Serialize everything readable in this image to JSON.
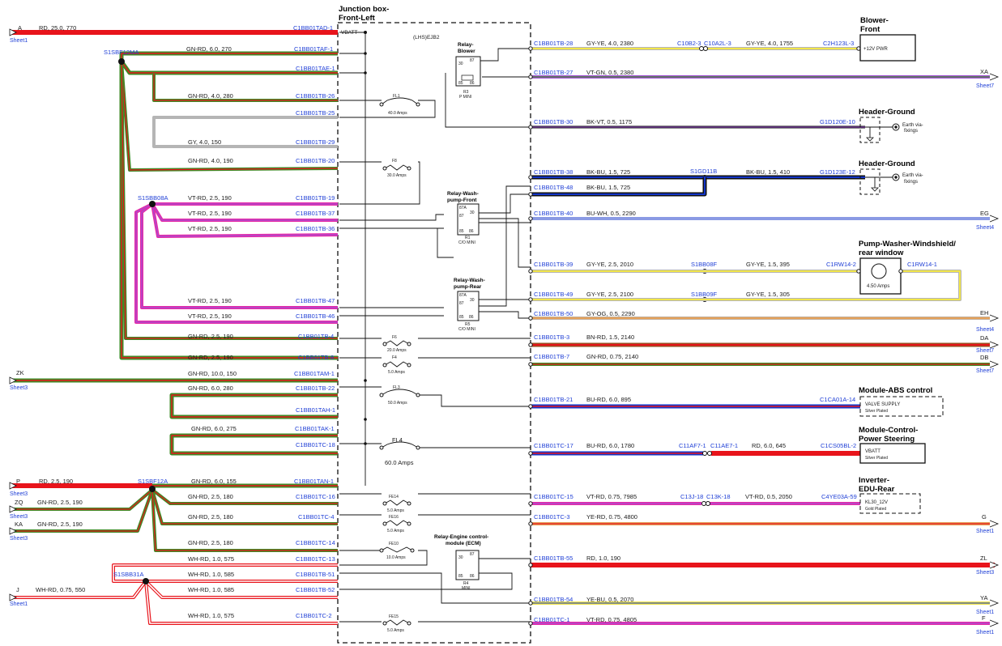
{
  "junction_box": {
    "title_line1": "Junction box-",
    "title_line2": "Front-Left",
    "ejb": "(LHS)EJB2",
    "vbatt": "VBATT"
  },
  "relays": [
    {
      "id": "blower",
      "name_line1": "Relay-",
      "name_line2": "Blower",
      "code": "R3",
      "type": "P MINI"
    },
    {
      "id": "wash_front",
      "name_line1": "Relay-Wash-",
      "name_line2": "pump-Front",
      "code": "R1",
      "type": "C/O MINI"
    },
    {
      "id": "wash_rear",
      "name_line1": "Relay-Wash-",
      "name_line2": "pump-Rear",
      "code": "R5",
      "type": "C/O MINI"
    },
    {
      "id": "ecm",
      "name_line1": "Relay-Engine control-",
      "name_line2": "module (ECM)",
      "code": "R4",
      "type": "MINI"
    }
  ],
  "relay_pins": [
    "30",
    "87",
    "87A",
    "85",
    "86"
  ],
  "fuses": [
    {
      "id": "FL1",
      "rating": "40.0 Amps"
    },
    {
      "id": "F8",
      "rating": "30.0 Amps"
    },
    {
      "id": "F6",
      "rating": "20.0 Amps"
    },
    {
      "id": "F4",
      "rating": "5.0 Amps"
    },
    {
      "id": "FL3",
      "rating": "50.0 Amps"
    },
    {
      "id": "FL4",
      "rating": "60.0 Amps"
    },
    {
      "id": "FE14",
      "rating": "5.0 Amps"
    },
    {
      "id": "FE16",
      "rating": "5.0 Amps"
    },
    {
      "id": "FE10",
      "rating": "10.0 Amps"
    },
    {
      "id": "FE15",
      "rating": "5.0 Amps"
    }
  ],
  "splices": [
    "S1SBF12MA",
    "S1SBB08A",
    "S1SBF12A",
    "S1SBB31A",
    "S1GD11B",
    "S1BB08F",
    "S1BB09F"
  ],
  "left_wires": [
    {
      "label": "RD, 25.0, 770",
      "pin": "C1BB01TAD-1"
    },
    {
      "label": "GN-RD, 6.0, 270",
      "pin": "C1BB01TAF-1"
    },
    {
      "label": "",
      "pin": "C1BB01TAE-1"
    },
    {
      "label": "GN-RD, 4.0, 280",
      "pin": "C1BB01TB-26"
    },
    {
      "label": "",
      "pin": "C1BB01TB-25"
    },
    {
      "label": "GY, 4.0, 150",
      "pin": "C1BB01TB-29"
    },
    {
      "label": "GN-RD, 4.0, 190",
      "pin": "C1BB01TB-20"
    },
    {
      "label": "VT-RD, 2.5, 190",
      "pin": "C1BB01TB-19"
    },
    {
      "label": "VT-RD, 2.5, 190",
      "pin": "C1BB01TB-37"
    },
    {
      "label": "VT-RD, 2.5, 190",
      "pin": "C1BB01TB-36"
    },
    {
      "label": "VT-RD, 2.5, 190",
      "pin": "C1BB01TB-47"
    },
    {
      "label": "VT-RD, 2.5, 190",
      "pin": "C1BB01TB-46"
    },
    {
      "label": "GN-RD, 2.5, 190",
      "pin": "C1BB01TB-4"
    },
    {
      "label": "GN-RD, 2.5, 190",
      "pin": "C1BB01TB-8"
    },
    {
      "label": "GN-RD, 10.0, 150",
      "pin": "C1BB01TAM-1"
    },
    {
      "label": "GN-RD, 6.0, 280",
      "pin": "C1BB01TB-22"
    },
    {
      "label": "",
      "pin": "C1BB01TAH-1"
    },
    {
      "label": "GN-RD, 6.0, 275",
      "pin": "C1BB01TAK-1"
    },
    {
      "label": "",
      "pin": "C1BB01TC-18"
    },
    {
      "label": "GN-RD, 6.0, 155",
      "pin": "C1BB01TAN-1"
    },
    {
      "label": "GN-RD, 2.5, 180",
      "pin": "C1BB01TC-16"
    },
    {
      "label": "GN-RD, 2.5, 180",
      "pin": "C1BB01TC-4"
    },
    {
      "label": "GN-RD, 2.5, 180",
      "pin": "C1BB01TC-14"
    },
    {
      "label": "WH-RD, 1.0, 575",
      "pin": "C1BB01TC-13"
    },
    {
      "label": "WH-RD, 1.0, 585",
      "pin": "C1BB01TB-51"
    },
    {
      "label": "WH-RD, 1.0, 585",
      "pin": "C1BB01TB-52"
    },
    {
      "label": "WH-RD, 1.0, 575",
      "pin": "C1BB01TC-2"
    }
  ],
  "left_offpage": [
    {
      "letter": "A",
      "sheet": "Sheet1"
    },
    {
      "letter": "ZK",
      "sheet": "Sheet3"
    },
    {
      "letter": "P",
      "sheet": "Sheet3",
      "label": "RD, 2.5, 190"
    },
    {
      "letter": "ZQ",
      "sheet": "Sheet3",
      "label": "GN-RD, 2.5, 190"
    },
    {
      "letter": "KA",
      "sheet": "Sheet3",
      "label": "GN-RD, 2.5, 190"
    },
    {
      "letter": "J",
      "sheet": "Sheet1",
      "label": "WH-RD, 0.75, 550"
    }
  ],
  "right_wires": [
    {
      "pin": "C1BB01TB-28",
      "label": "GY-YE, 4.0, 2380",
      "c1": "C10B2-3",
      "c2": "C10A2L-3",
      "label2": "GY-YE, 4.0, 1755",
      "end": "C2H123L-3"
    },
    {
      "pin": "C1BB01TB-27",
      "label": "VT-GN, 0.5, 2380",
      "letter": "XA",
      "sheet": "Sheet7"
    },
    {
      "pin": "C1BB01TB-30",
      "label": "BK-VT, 0.5, 1175",
      "end": "G1D120E-10"
    },
    {
      "pin": "C1BB01TB-38",
      "label": "BK-BU, 1.5, 725",
      "splice": "S1GD11B",
      "label2": "BK-BU, 1.5, 410",
      "end": "G1D123E-12"
    },
    {
      "pin": "C1BB01TB-48",
      "label": "BK-BU, 1.5, 725"
    },
    {
      "pin": "C1BB01TB-40",
      "label": "BU-WH, 0.5, 2290",
      "letter": "EG",
      "sheet": "Sheet4"
    },
    {
      "pin": "C1BB01TB-39",
      "label": "GY-YE, 2.5, 2010",
      "splice": "S1BB08F",
      "label2": "GY-YE, 1.5, 395",
      "end": "C1RW14-2",
      "end2": "C1RW14-1"
    },
    {
      "pin": "C1BB01TB-49",
      "label": "GY-YE, 2.5, 2100",
      "splice": "S1BB09F",
      "label2": "GY-YE, 1.5, 305"
    },
    {
      "pin": "C1BB01TB-50",
      "label": "GY-OG, 0.5, 2290",
      "letter": "EH",
      "sheet": "Sheet4"
    },
    {
      "pin": "C1BB01TB-3",
      "label": "BN-RD, 1.5, 2140",
      "letter": "DA",
      "sheet": "Sheet7"
    },
    {
      "pin": "C1BB01TB-7",
      "label": "GN-RD, 0.75, 2140",
      "letter": "DB",
      "sheet": "Sheet7"
    },
    {
      "pin": "C1BB01TB-21",
      "label": "BU-RD, 6.0, 895",
      "end": "C1CA01A-14"
    },
    {
      "pin": "C1BB01TC-17",
      "label": "BU-RD, 6.0, 1780",
      "c1": "C11AF7-1",
      "c2": "C11AE7-1",
      "label2": "RD, 6.0, 645",
      "end": "C1CS05BL-2"
    },
    {
      "pin": "C1BB01TC-15",
      "label": "VT-RD, 0.75, 7985",
      "c1": "C13J-18",
      "c2": "C13K-18",
      "label2": "VT-RD, 0.5, 2050",
      "end": "C4YE03A-59"
    },
    {
      "pin": "C1BB01TC-3",
      "label": "YE-RD, 0.75, 4800",
      "letter": "G",
      "sheet": "Sheet1"
    },
    {
      "pin": "C1BB01TB-55",
      "label": "RD, 1.0, 190",
      "letter": "ZL",
      "sheet": "Sheet3"
    },
    {
      "pin": "C1BB01TB-54",
      "label": "YE-BU, 0.5, 2070",
      "letter": "YA",
      "sheet": "Sheet1"
    },
    {
      "pin": "C1BB01TC-1",
      "label": "VT-RD, 0.75, 4805",
      "letter": "F",
      "sheet": "Sheet1"
    }
  ],
  "components": {
    "blower": {
      "title_line1": "Blower-",
      "title_line2": "Front",
      "text": "+12V PWR"
    },
    "header_ground1": {
      "title": "Header-Ground",
      "earth_line1": "Earth via-",
      "earth_line2": "fixings"
    },
    "header_ground2": {
      "title": "Header-Ground",
      "earth_line1": "Earth via-",
      "earth_line2": "fixings"
    },
    "pump": {
      "title_line1": "Pump-Washer-Windshield/",
      "title_line2": "rear window",
      "rating": "4.50 Amps"
    },
    "abs": {
      "title": "Module-ABS control",
      "text1": "VALVE SUPPLY",
      "text2": "Silver Plated"
    },
    "steering": {
      "title_line1": "Module-Control-",
      "title_line2": "Power Steering",
      "text1": "VBATT",
      "text2": "Silver Plated"
    },
    "inverter": {
      "title_line1": "Inverter-",
      "title_line2": "EDU-Rear",
      "text1": "KL30_12V",
      "text2": "Gold Plated"
    }
  },
  "colors": {
    "RD": "#e8141b",
    "GN": "#3f8a26",
    "GY": "#b5b5b5",
    "YE": "#f2e64a",
    "VT": "#a24fd6",
    "BK": "#101010",
    "BU": "#1436c8",
    "WH": "#ffffff",
    "BN": "#9a4a1d",
    "OG": "#e5a15a",
    "pin": "#1f3fd6",
    "magenta": "#e62aa6"
  }
}
